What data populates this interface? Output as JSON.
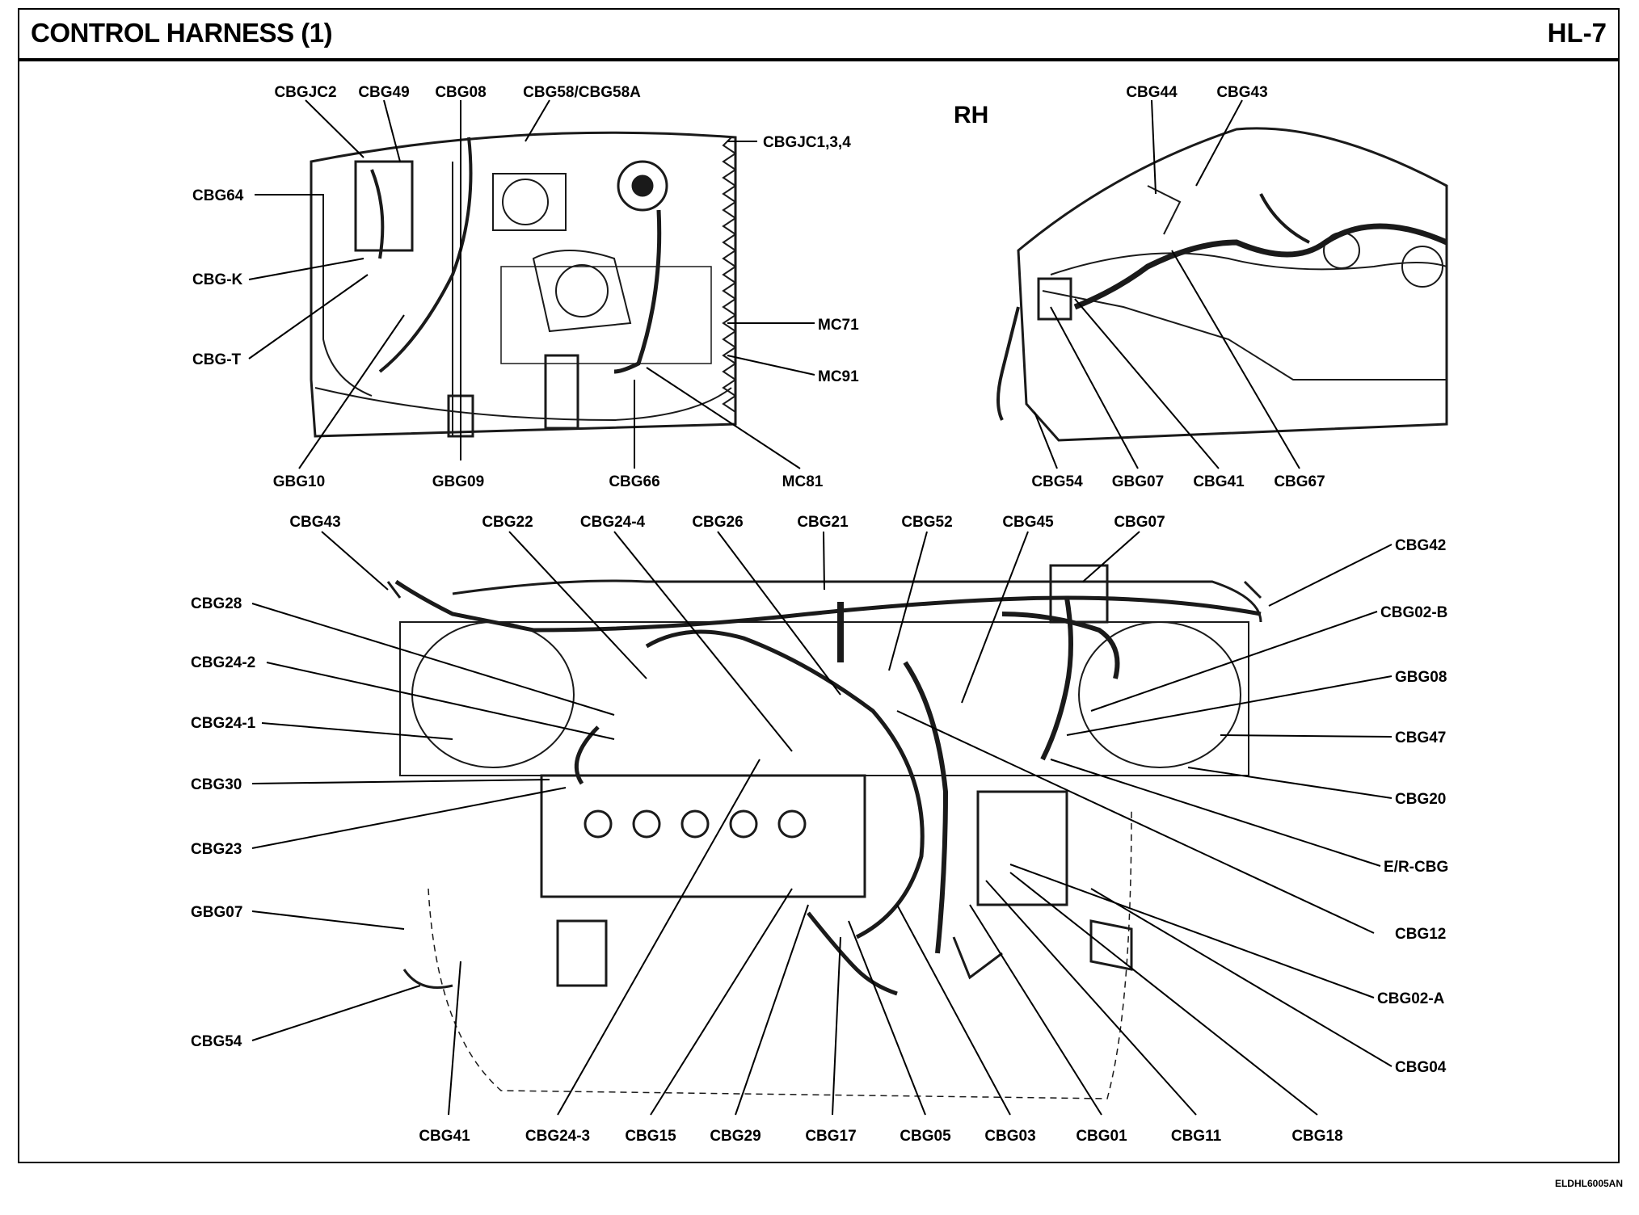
{
  "header": {
    "title": "CONTROL HARNESS (1)",
    "page_code": "HL-7"
  },
  "top_left_view": {
    "labels": [
      "CBGJC2",
      "CBG49",
      "CBG08",
      "CBG58/CBG58A",
      "CBGJC1,3,4",
      "CBG64",
      "CBG-K",
      "CBG-T",
      "MC71",
      "MC91",
      "GBG10",
      "GBG09",
      "CBG66",
      "MC81"
    ]
  },
  "top_right_view": {
    "side_mark": "RH",
    "labels": [
      "CBG44",
      "CBG43",
      "CBG54",
      "GBG07",
      "CBG41",
      "CBG67"
    ]
  },
  "bottom_view": {
    "labels": [
      "CBG43",
      "CBG22",
      "CBG24-4",
      "CBG26",
      "CBG21",
      "CBG52",
      "CBG45",
      "CBG07",
      "CBG42",
      "CBG28",
      "CBG02-B",
      "CBG24-2",
      "GBG08",
      "CBG24-1",
      "CBG47",
      "CBG30",
      "CBG20",
      "CBG23",
      "E/R-CBG",
      "GBG07",
      "CBG12",
      "CBG02-A",
      "CBG54",
      "CBG04",
      "CBG41",
      "CBG24-3",
      "CBG15",
      "CBG29",
      "CBG17",
      "CBG05",
      "CBG03",
      "CBG01",
      "CBG11",
      "CBG18"
    ]
  },
  "footer": {
    "drawing_code": "ELDHL6005AN"
  }
}
